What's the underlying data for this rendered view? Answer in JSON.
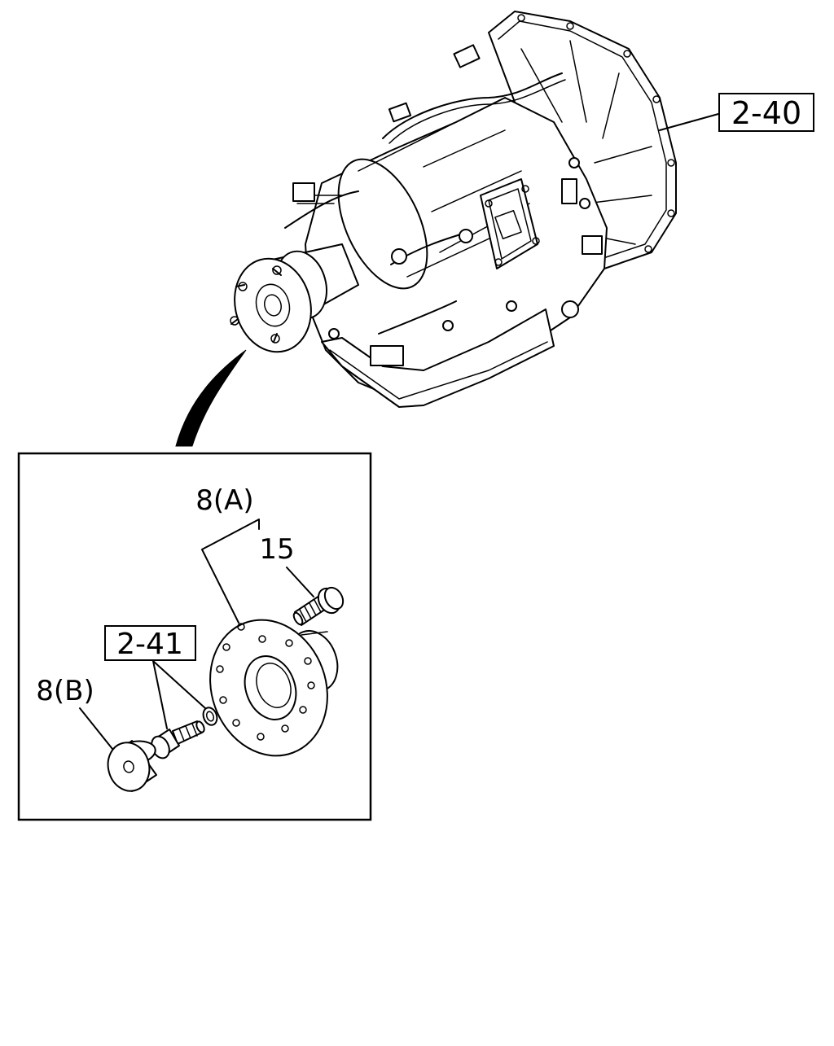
{
  "labels": {
    "assembly_ref": "2-40",
    "bolt_ref": "2-41",
    "flange_a": "8(A)",
    "part_15": "15",
    "flange_b": "8(B)"
  }
}
